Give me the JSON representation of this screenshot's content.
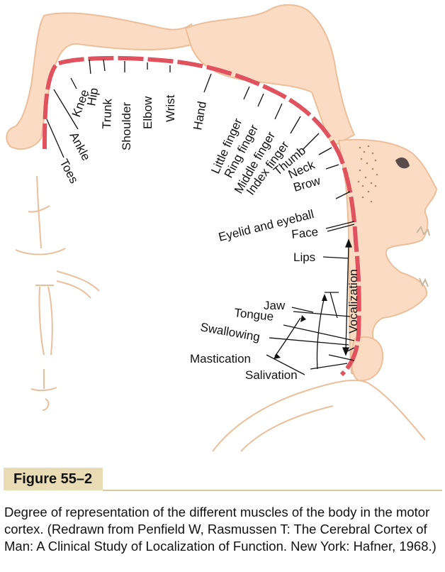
{
  "labels": {
    "toes": "Toes",
    "ankle": "Ankle",
    "knee": "Knee",
    "hip": "Hip",
    "trunk": "Trunk",
    "shoulder": "Shoulder",
    "elbow": "Elbow",
    "wrist": "Wrist",
    "hand": "Hand",
    "little_finger": "Little finger",
    "ring_finger": "Ring finger",
    "middle_finger": "Middle finger",
    "index_finger": "Index finger",
    "thumb": "Thumb",
    "neck": "Neck",
    "brow": "Brow",
    "eyelid_eyeball": "Eyelid and eyeball",
    "face": "Face",
    "lips": "Lips",
    "vocalization": "Vocalization",
    "jaw": "Jaw",
    "tongue": "Tongue",
    "swallowing": "Swallowing",
    "mastication": "Mastication",
    "salivation": "Salivation"
  },
  "colors": {
    "body_fill": "#fbdcc2",
    "body_outline": "#ecbf9c",
    "cortex_band": "#e0525e"
  },
  "caption": {
    "figure_label": "Figure 55–2",
    "text": "Degree of representation of the different muscles of the body in the motor cortex. (Redrawn from Penfield W, Rasmussen T: The Cerebral Cortex of Man: A Clinical Study of Localization of Function. New York: Hafner, 1968.)"
  }
}
